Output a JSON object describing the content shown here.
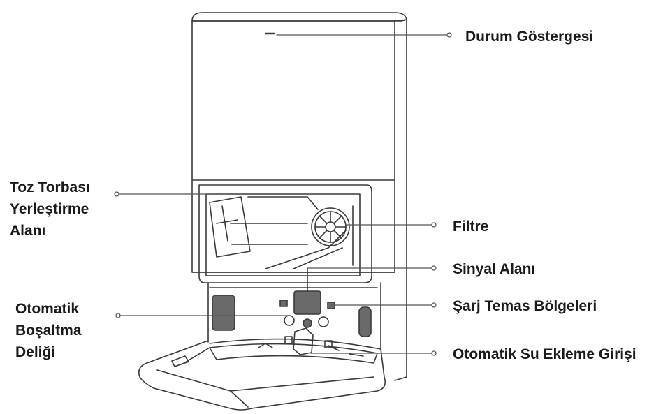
{
  "labels": {
    "durum_gostergesi": "Durum Göstergesi",
    "toz_torbasi": [
      "Toz Torbası",
      "Yerleştirme",
      "Alanı"
    ],
    "filtre": "Filtre",
    "sinyal_alani": "Sinyal Alanı",
    "sarj_temas": "Şarj Temas Bölgeleri",
    "otomatik_bosaltma": [
      "Otomatik",
      "Boşaltma",
      "Deliği"
    ],
    "otomatik_su": "Otomatik Su Ekleme Girişi"
  },
  "colors": {
    "line": "#3a3a3a",
    "dark_part": "#6a6a6a",
    "text": "#1a1a1a"
  }
}
